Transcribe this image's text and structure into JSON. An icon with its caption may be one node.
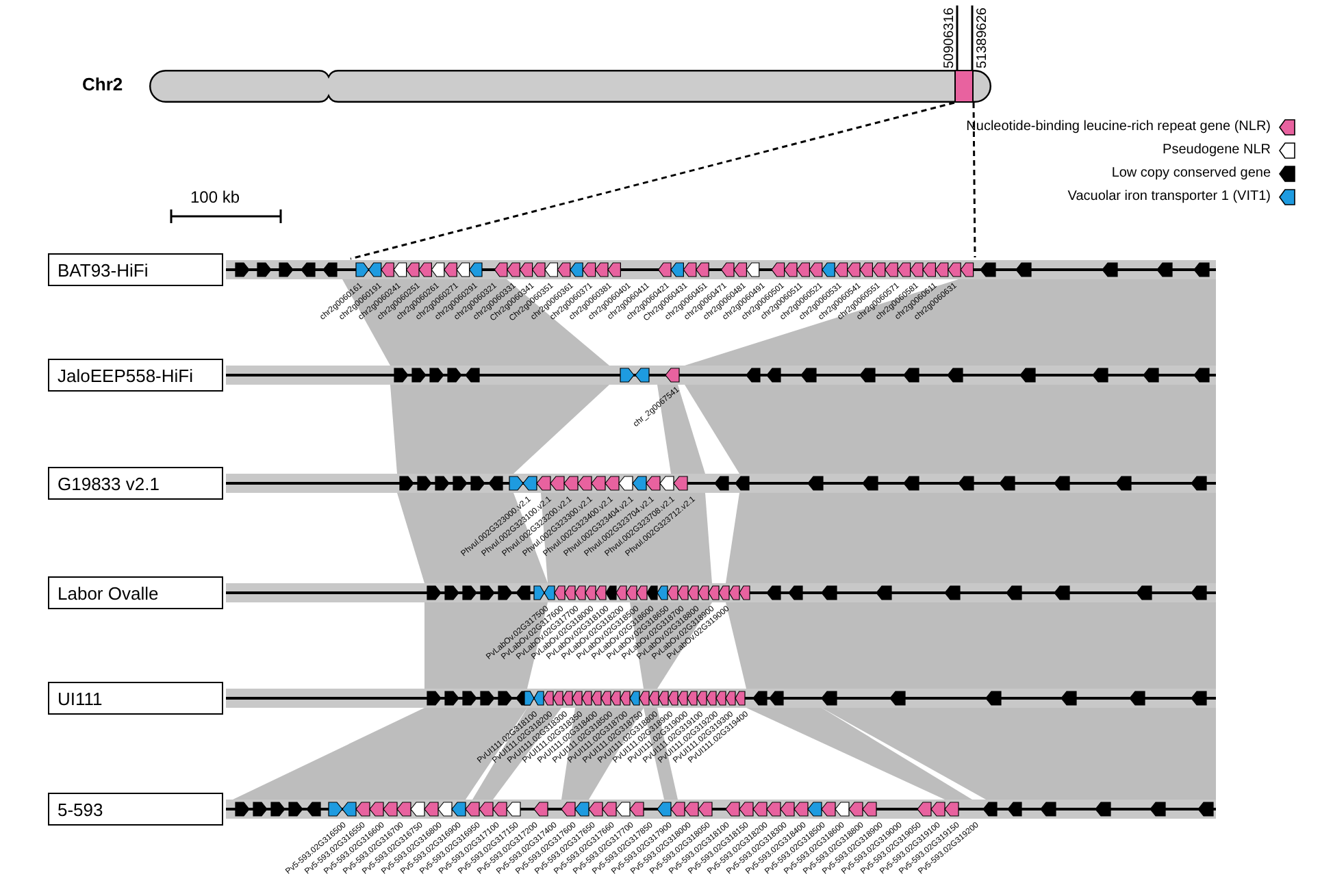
{
  "diagram": {
    "nodes": [
      {
        "text": [
          "BAT93-HiFi"
        ],
        "beside": [
          "chr2g0060161",
          "chr2g0060191",
          "chr2g0060241",
          "chr2g0060251",
          "chr2g0060261",
          "chr2g0060271",
          "chr2g0060291",
          "chr2g0060321",
          "chr2g0060331",
          "Chr2g0060341",
          "Chr2g0060351",
          "chr2g0060361",
          "chr2g0060371",
          "chr2g0060381",
          "chr2g0060401",
          "chr2g0060411",
          "chr2g0060421",
          "Chr2g0060431",
          "chr2g0060451",
          "chr2g0060471",
          "chr2g0060481",
          "chr2g0060491",
          "chr2g0060501",
          "chr2g0060511",
          "chr2g0060521",
          "chr2g0060531",
          "chr2g0060541",
          "chr2g0060551",
          "chr2g0060571",
          "chr2g0060581",
          "chr2g0060611",
          "chr2g0060631"
        ]
      },
      {
        "text": [
          "JaloEEP558-HiFi"
        ]
      },
      {
        "text": [
          "G19833 v2.1"
        ],
        "beside": [
          "Phvul.002G323000.v2.1",
          "Phvul.002G323100.v2.1",
          "Phvul.002G323200.v2.1",
          "Phvul.002G323300.v2.1",
          "Phvul.002G323400.v2.1",
          "Phvul.002G323404.v2.1",
          "Phvul.002G323704.v2.1",
          "Phvul.002G323708.v2.1",
          "Phvul.002G323712.v2.1"
        ]
      },
      {
        "text": [
          "Labor Ovalle"
        ],
        "beside": [
          "PvLabOv.02G317500",
          "PvLabOv.02G317600",
          "PvLabOv.02G317700",
          "PvLabOv.02G318000",
          "PvLabOv.02G318100",
          "PvLabOv.02G318200",
          "PvLabOv.02G318500",
          "PvLabOv.02G318600",
          "PvLabOv.02G318650",
          "PvLabOv.02G318700",
          "PvLabOv.02G318800",
          "PvLabOv.02G318900",
          "PvLabOv.02G319000"
        ]
      },
      {
        "text": [
          "UI111"
        ],
        "beside": [
          "PvUI111.02G318100",
          "PvUI111.02G318200",
          "PvUI111.02G318300",
          "PvUI111.02G318350",
          "PvUI111.02G318400",
          "PvUI111.02G318500",
          "PvUI111.02G318700",
          "PvUI111.02G318750",
          "PvUI111.02G318800",
          "PvUI111.02G318900",
          "PvUI111.02G319000",
          "PvUI111.02G319100",
          "PvUI111.02G319200",
          "PvUI111.02G319300",
          "PvUI111.02G319400"
        ]
      },
      {
        "text": [
          "5-593"
        ],
        "beside": [
          "Pv5-593.02G316500",
          "Pv5-593.02G316550",
          "Pv5-593.02G316600",
          "Pv5-593.02G316700",
          "Pv5-593.02G316750",
          "Pv5-593.02G316800",
          "Pv5-593.02G316900",
          "Pv5-593.02G316950",
          "Pv5-593.02G317100",
          "Pv5-593.02G317150",
          "Pv5-593.02G317200",
          "Pv5-593.02G317400",
          "Pv5-593.02G317600",
          "Pv5-593.02G317650",
          "Pv5-593.02G317660",
          "Pv5-593.02G317700",
          "Pv5-593.02G317850",
          "Pv5-593.02G317900",
          "Pv5-593.02G318000",
          "Pv5-593.02G318050",
          "Pv5-593.02G318100",
          "Pv5-593.02G318150",
          "Pv5-593.02G318200",
          "Pv5-593.02G318300",
          "Pv5-593.02G318400",
          "Pv5-593.02G318500",
          "Pv5-593.02G318600",
          "Pv5-593.02G318800",
          "Pv5-593.02G318900",
          "Pv5-593.02G319000",
          "Pv5-593.02G319050",
          "Pv5-593.02G319100",
          "Pv5-593.02G319150",
          "Pv5-593.02G319200"
        ]
      },
      {
        "text": [],
        "shape": "bar",
        "beside": [
          "Chr2"
        ]
      },
      {
        "text": [],
        "shape": "box",
        "in": 6
      }
    ],
    "edges": [
      {
        "from": 7,
        "to": 0,
        "arrow": "none",
        "style": "dashed"
      },
      {
        "from": 7,
        "to": 0,
        "arrow": "none",
        "style": "dashed"
      }
    ],
    "labels": [
      "50906316",
      "51389626",
      "100 kb",
      "chr_2g0067541"
    ],
    "legend": [
      {
        "text": "Nucleotide-binding leucine-rich repeat gene (NLR)",
        "color": "#e8629f"
      },
      {
        "text": "Pseudogene NLR",
        "color": "#ffffff"
      },
      {
        "text": "Low copy conserved gene",
        "color": "#000000"
      },
      {
        "text": "Vacuolar iron transporter 1 (VIT1)",
        "color": "#1e9be0"
      }
    ]
  }
}
